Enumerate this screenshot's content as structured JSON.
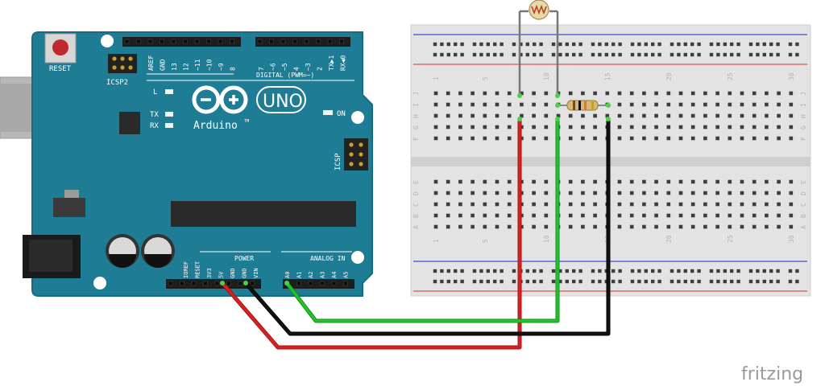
{
  "arduino": {
    "reset_label": "RESET",
    "icsp2_label": "ICSP2",
    "icsp_label": "ICSP",
    "digital_header_labels": [
      "AREF",
      "GND",
      "13",
      "12",
      "~11",
      "~10",
      "~9",
      "8"
    ],
    "digital_header_labels_2": [
      "7",
      "~6",
      "~5",
      "4",
      "~3",
      "2",
      "TX▶1",
      "RX◀0"
    ],
    "digital_title": "DIGITAL (PWM=~)",
    "led_labels": [
      "L",
      "TX",
      "RX"
    ],
    "on_label": "ON",
    "model": "UNO",
    "brand": "Arduino",
    "trademark": "TM",
    "power_title": "POWER",
    "power_pins": [
      "IOREF",
      "RESET",
      "3V3",
      "5V",
      "GND",
      "GND",
      "VIN"
    ],
    "analog_title": "ANALOG IN",
    "analog_pins": [
      "A0",
      "A1",
      "A2",
      "A3",
      "A4",
      "A5"
    ]
  },
  "breadboard": {
    "column_numbers": [
      "1",
      "5",
      "10",
      "15",
      "20",
      "25",
      "30"
    ],
    "row_letters_top": [
      "J",
      "I",
      "H",
      "G",
      "F"
    ],
    "row_letters_bottom": [
      "E",
      "D",
      "C",
      "B",
      "A"
    ]
  },
  "components": {
    "ldr": "light dependent resistor",
    "resistor": "resistor"
  },
  "wires": {
    "red_color": "#d61f1f",
    "black_color": "#111111",
    "green_color": "#22c02a"
  },
  "watermark": "fritzing",
  "colors": {
    "board": "#1e7c95",
    "board_edge": "#176a80",
    "breadboard": "#e6e6e6",
    "rail_red": "#d9534f",
    "rail_blue": "#3b4fd1"
  }
}
